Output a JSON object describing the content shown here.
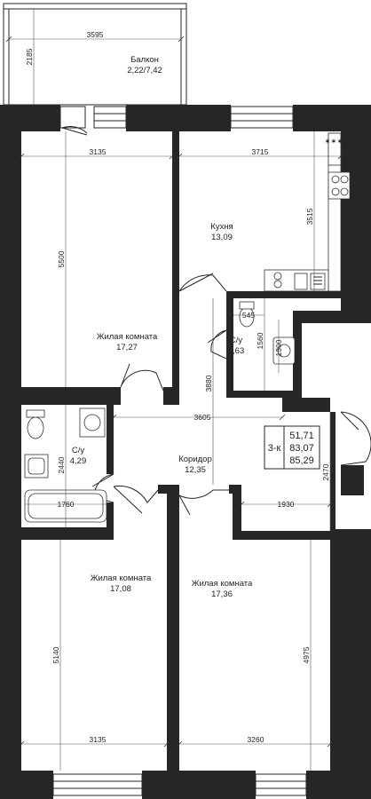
{
  "rooms": {
    "balcony": {
      "name": "Балкон",
      "area": "2,22/7,42"
    },
    "kitchen": {
      "name": "Кухня",
      "area": "13,09"
    },
    "living1": {
      "name": "Жилая комната",
      "area": "17,27"
    },
    "bath_small": {
      "name": "С/у",
      "area": "1,63"
    },
    "bath_large": {
      "name": "С/у",
      "area": "4,29"
    },
    "corridor": {
      "name": "Коридор",
      "area": "12,35"
    },
    "living2": {
      "name": "Жилая комната",
      "area": "17,08"
    },
    "living3": {
      "name": "Жилая комната",
      "area": "17,36"
    }
  },
  "summary": {
    "type": "3-к",
    "living_area": "51,71",
    "total_area": "83,07",
    "total_with_balcony": "85,29"
  },
  "dimensions": {
    "balcony_width": "3595",
    "balcony_depth": "2185",
    "living1_width": "3135",
    "living1_length": "5500",
    "kitchen_width": "3715",
    "kitchen_length": "3515",
    "bath_small_width": "545",
    "bath_small_length": "1560",
    "bath_small_inner": "1300",
    "corridor_length": "3880",
    "corridor_width": "3605",
    "bath_large_length": "2440",
    "bath_large_tub": "1760",
    "hall_width": "1930",
    "hall_length": "2470",
    "living2_length": "5140",
    "living2_width": "3135",
    "living3_length": "4975",
    "living3_width": "3260"
  }
}
